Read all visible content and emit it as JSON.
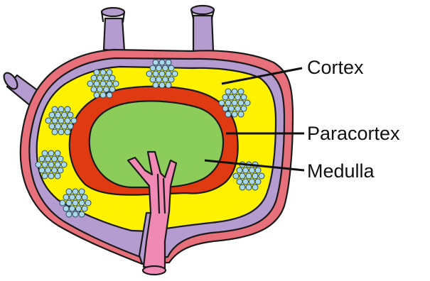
{
  "diagram": {
    "labels": {
      "cortex": "Cortex",
      "paracortex": "Paracortex",
      "medulla": "Medulla"
    }
  },
  "colors": {
    "capsule_outer": "#e8707a",
    "capsule_purple": "#b49bd0",
    "cortex_yellow": "#fff200",
    "paracortex_red": "#e03a12",
    "medulla_green": "#8ccc5a",
    "vessel_pink": "#f08ab4",
    "follicle_blue": "#a8d8ea"
  }
}
